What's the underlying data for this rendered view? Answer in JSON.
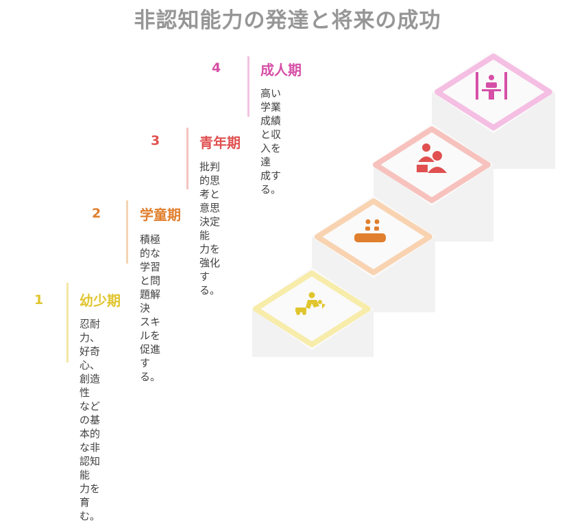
{
  "title": "非認知能力の発達と将来の成功",
  "stages": [
    {
      "number": "1",
      "name": "幼少期",
      "desc_lines": [
        "忍耐力、好奇心、創造性",
        "などの基本的な非認知能",
        "力を育む。"
      ],
      "color": "#e0c52e",
      "bar_color": "#f3e6a3",
      "icon": "playing-child-icon"
    },
    {
      "number": "2",
      "name": "学童期",
      "desc_lines": [
        "積極的な学習と問題解決",
        "スキルを促進する。"
      ],
      "color": "#e07f2e",
      "bar_color": "#f6d3b3",
      "icon": "classroom-desk-icon"
    },
    {
      "number": "3",
      "name": "青年期",
      "desc_lines": [
        "批判的思考と意思決定能",
        "力を強化する。"
      ],
      "color": "#e05050",
      "bar_color": "#f4c4c0",
      "icon": "discussion-people-icon"
    },
    {
      "number": "4",
      "name": "成人期",
      "desc_lines": [
        "高い学業成績と収入を達",
        "成する。"
      ],
      "color": "#d64fa6",
      "bar_color": "#f1c3e1",
      "icon": "graduate-podium-icon"
    }
  ]
}
